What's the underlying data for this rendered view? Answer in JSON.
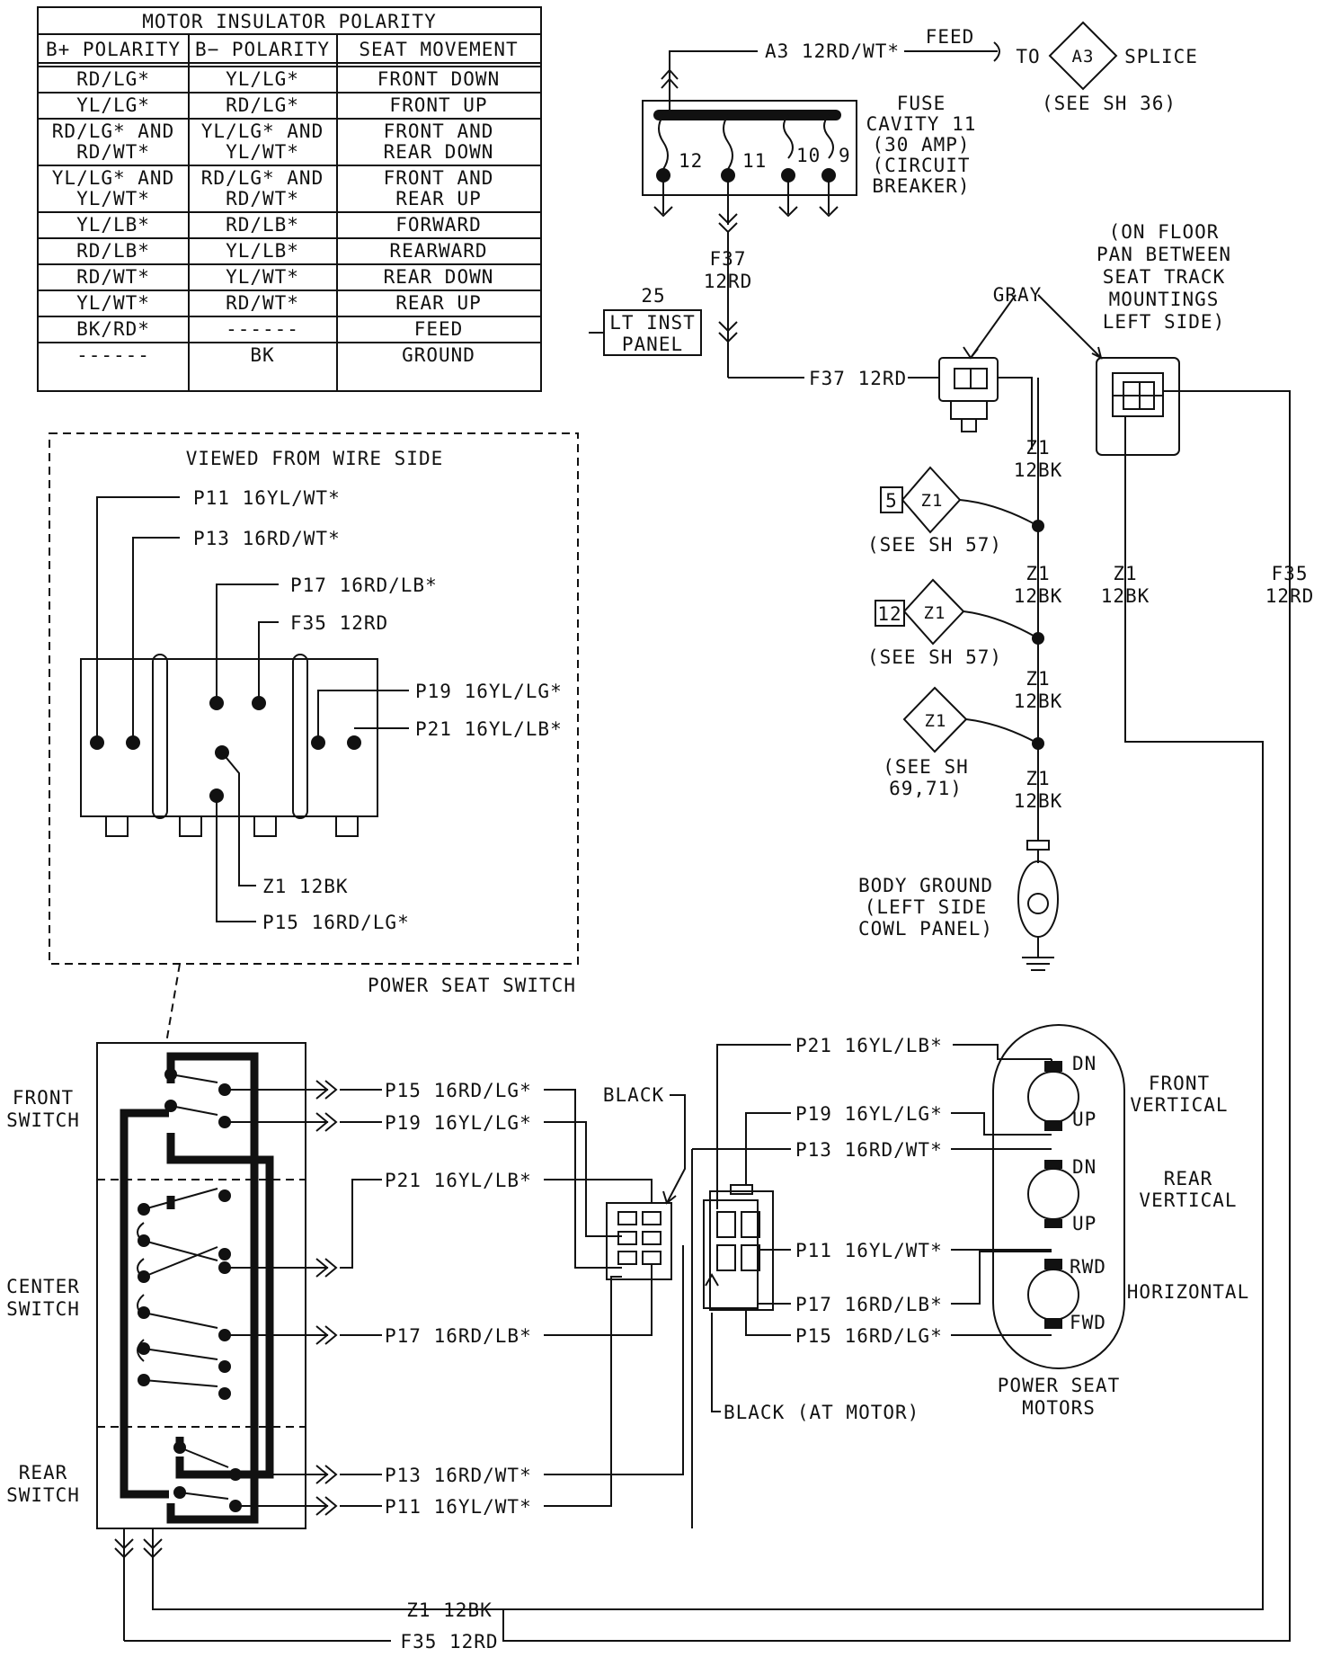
{
  "polarity_table": {
    "title": "MOTOR INSULATOR POLARITY",
    "headers": [
      "B+ POLARITY",
      "B− POLARITY",
      "SEAT MOVEMENT"
    ],
    "rows": [
      [
        [
          "RD/LG*"
        ],
        [
          "YL/LG*"
        ],
        [
          "FRONT DOWN"
        ]
      ],
      [
        [
          "YL/LG*"
        ],
        [
          "RD/LG*"
        ],
        [
          "FRONT UP"
        ]
      ],
      [
        [
          "RD/LG* AND",
          "RD/WT*"
        ],
        [
          "YL/LG* AND",
          "YL/WT*"
        ],
        [
          "FRONT AND",
          "REAR DOWN"
        ]
      ],
      [
        [
          "YL/LG* AND",
          "YL/WT*"
        ],
        [
          "RD/LG* AND",
          "RD/WT*"
        ],
        [
          "FRONT AND",
          "REAR UP"
        ]
      ],
      [
        [
          "YL/LB*"
        ],
        [
          "RD/LB*"
        ],
        [
          "FORWARD"
        ]
      ],
      [
        [
          "RD/LB*"
        ],
        [
          "YL/LB*"
        ],
        [
          "REARWARD"
        ]
      ],
      [
        [
          "RD/WT*"
        ],
        [
          "YL/WT*"
        ],
        [
          "REAR DOWN"
        ]
      ],
      [
        [
          "YL/WT*"
        ],
        [
          "RD/WT*"
        ],
        [
          "REAR UP"
        ]
      ],
      [
        [
          "BK/RD*"
        ],
        [
          "------"
        ],
        [
          "FEED"
        ]
      ],
      [
        [
          "------"
        ],
        [
          "BK"
        ],
        [
          "GROUND"
        ]
      ]
    ]
  },
  "switch_detail": {
    "header": "VIEWED FROM WIRE SIDE",
    "caption": "POWER SEAT SWITCH",
    "wires": {
      "p11": "P11 16YL/WT*",
      "p13": "P13 16RD/WT*",
      "p17": "P17 16RD/LB*",
      "f35": "F35 12RD",
      "p19": "P19 16YL/LG*",
      "p21": "P21 16YL/LB*",
      "z1": "Z1 12BK",
      "p15": "P15 16RD/LG*"
    }
  },
  "fuse": {
    "feed_wire": "A3 12RD/WT*",
    "feed_label": "FEED",
    "to_label": "TO",
    "splice_id": "A3",
    "splice_label": "SPLICE",
    "splice_ref": "(SEE SH 36)",
    "cavities": [
      "12",
      "11",
      "10",
      "9"
    ],
    "caption": [
      "FUSE",
      "CAVITY 11",
      "(30 AMP)",
      "(CIRCUIT",
      "BREAKER)"
    ]
  },
  "feed_path": {
    "wire_id": "F37",
    "wire_spec": "12RD",
    "connector_num": "25",
    "connector_label": [
      "LT INST",
      "PANEL"
    ],
    "wire_horizontal": "F37 12RD"
  },
  "gray_connector": {
    "label": "GRAY",
    "location": [
      "(ON FLOOR",
      "PAN BETWEEN",
      "SEAT TRACK",
      "MOUNTINGS",
      "LEFT SIDE)"
    ]
  },
  "ground_path": {
    "wire_id": "Z1",
    "wire_spec": "12BK",
    "splices": [
      {
        "box": "5",
        "id": "Z1",
        "ref": [
          "(SEE SH 57)"
        ]
      },
      {
        "box": "12",
        "id": "Z1",
        "ref": [
          "(SEE SH 57)"
        ]
      },
      {
        "box": "",
        "id": "Z1",
        "ref": [
          "(SEE SH",
          "69,71)"
        ]
      }
    ],
    "ground_label": [
      "BODY GROUND",
      "(LEFT SIDE",
      "COWL PANEL)"
    ]
  },
  "right_wires": {
    "z1_id": "Z1",
    "z1_spec": "12BK",
    "f35_id": "F35",
    "f35_spec": "12RD"
  },
  "switch_groups": [
    "FRONT",
    "SWITCH",
    "CENTER",
    "SWITCH",
    "REAR",
    "SWITCH"
  ],
  "harness_wires": {
    "p15": "P15 16RD/LG*",
    "p19": "P19 16YL/LG*",
    "p21": "P21 16YL/LB*",
    "p17": "P17 16RD/LB*",
    "p13": "P13 16RD/WT*",
    "p11": "P11 16YL/WT*"
  },
  "black_label": "BLACK",
  "black_motor_label": "BLACK (AT MOTOR)",
  "motor_wires": {
    "p21": "P21 16YL/LB*",
    "p19": "P19 16YL/LG*",
    "p13": "P13 16RD/WT*",
    "p11": "P11 16YL/WT*",
    "p17": "P17 16RD/LB*",
    "p15": "P15 16RD/LG*"
  },
  "motors": {
    "front": {
      "top": "DN",
      "bottom": "UP",
      "label": [
        "FRONT",
        "VERTICAL"
      ]
    },
    "rear": {
      "top": "DN",
      "bottom": "UP",
      "label": [
        "REAR",
        "VERTICAL"
      ]
    },
    "horizontal": {
      "top": "RWD",
      "bottom": "FWD",
      "label": [
        "HORIZONTAL"
      ]
    },
    "caption": [
      "POWER SEAT",
      "MOTORS"
    ]
  },
  "bottom_wires": {
    "z1": "Z1 12BK",
    "f35": "F35 12RD"
  }
}
